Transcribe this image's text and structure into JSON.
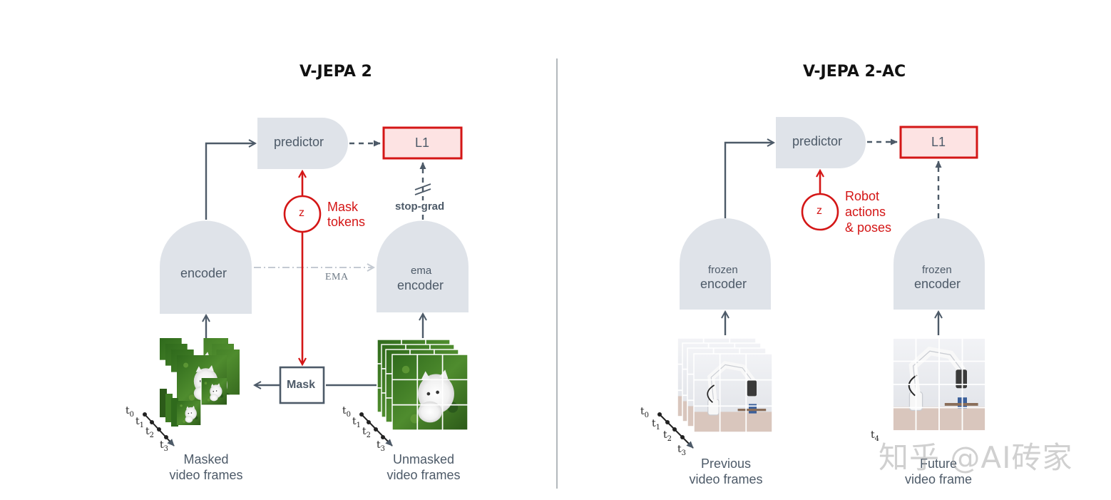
{
  "left": {
    "title": "V-JEPA 2",
    "predictor": "predictor",
    "loss": "L1",
    "z": "z",
    "mask_tokens": "Mask\ntokens",
    "stop_grad": "stop-grad",
    "encoder": "encoder",
    "ema_label": "EMA",
    "ema_encoder_top": "ema",
    "ema_encoder_bottom": "encoder",
    "mask_box": "Mask",
    "masked_caption": "Masked\nvideo frames",
    "unmasked_caption": "Unmasked\nvideo frames",
    "time_ticks": [
      "t0",
      "t1",
      "t2",
      "t3"
    ]
  },
  "right": {
    "title": "V-JEPA 2-AC",
    "predictor": "predictor",
    "loss": "L1",
    "z": "z",
    "actions": "Robot\nactions\n& poses",
    "frozen_top": "frozen",
    "frozen_bottom": "encoder",
    "previous_caption": "Previous\nvideo frames",
    "future_caption": "Future\nvideo frame",
    "time_ticks": [
      "t0",
      "t1",
      "t2",
      "t3"
    ],
    "future_tick": "t4"
  },
  "watermark": "知乎 @AI砖家",
  "colors": {
    "node_fill": "#dfe3e9",
    "arrow": "#4d5a68",
    "red": "#d41616",
    "loss_fill": "#fde3e3",
    "ema_arrow": "#c4cad2"
  },
  "icons": [
    "kitten-photo",
    "robot-arm-photo"
  ]
}
